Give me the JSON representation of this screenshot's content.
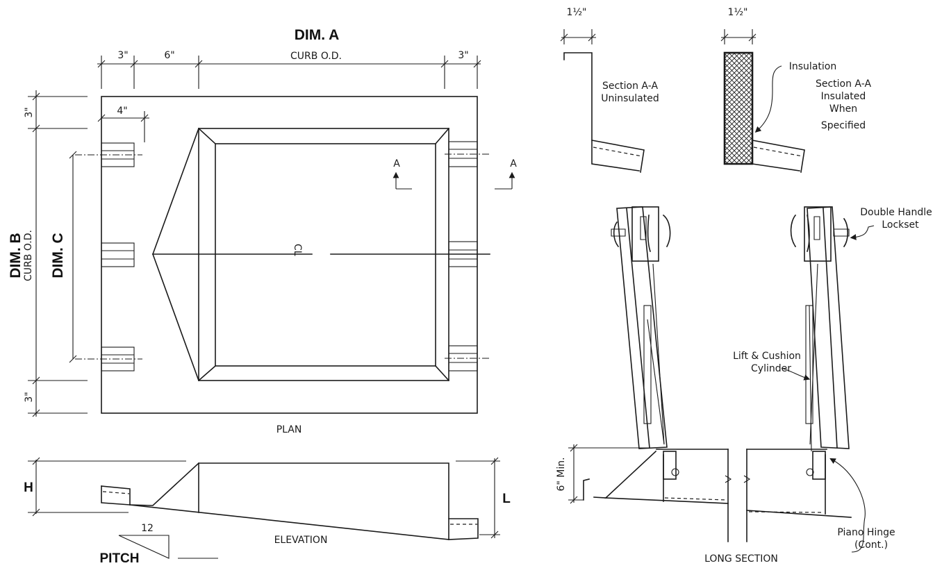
{
  "plan": {
    "dim_a": "DIM. A",
    "curb_od_top": "CURB O.D.",
    "dim_3_left": "3\"",
    "dim_6": "6\"",
    "dim_3_right": "3\"",
    "dim_3_top_vert": "3\"",
    "dim_4": "4\"",
    "dim_3_bottom_vert": "3\"",
    "dim_b": "DIM. B",
    "curb_od_side": "CURB O.D.",
    "dim_c": "DIM. C",
    "section_mark_left": "A",
    "section_mark_right": "A",
    "centerline": "CL",
    "label": "PLAN"
  },
  "elevation": {
    "h": "H",
    "l": "L",
    "pitch_rise": "12",
    "pitch": "PITCH",
    "label": "ELEVATION"
  },
  "sections": {
    "dim_left": "1½\"",
    "dim_right": "1½\"",
    "uninsulated": [
      "Section A-A",
      "Uninsulated"
    ],
    "insulation": "Insulation",
    "insulated": [
      "Section A-A",
      "Insulated",
      "When",
      "Specified"
    ]
  },
  "long_section": {
    "lockset": [
      "Double Handle",
      "Lockset"
    ],
    "cylinder": [
      "Lift & Cushion",
      "Cylinder"
    ],
    "min_height": "6\" Min.",
    "hinge": [
      "Piano Hinge",
      "(Cont.)"
    ],
    "label": "LONG SECTION"
  },
  "colors": {
    "ink": "#1a1a1a",
    "paper": "#ffffff"
  }
}
